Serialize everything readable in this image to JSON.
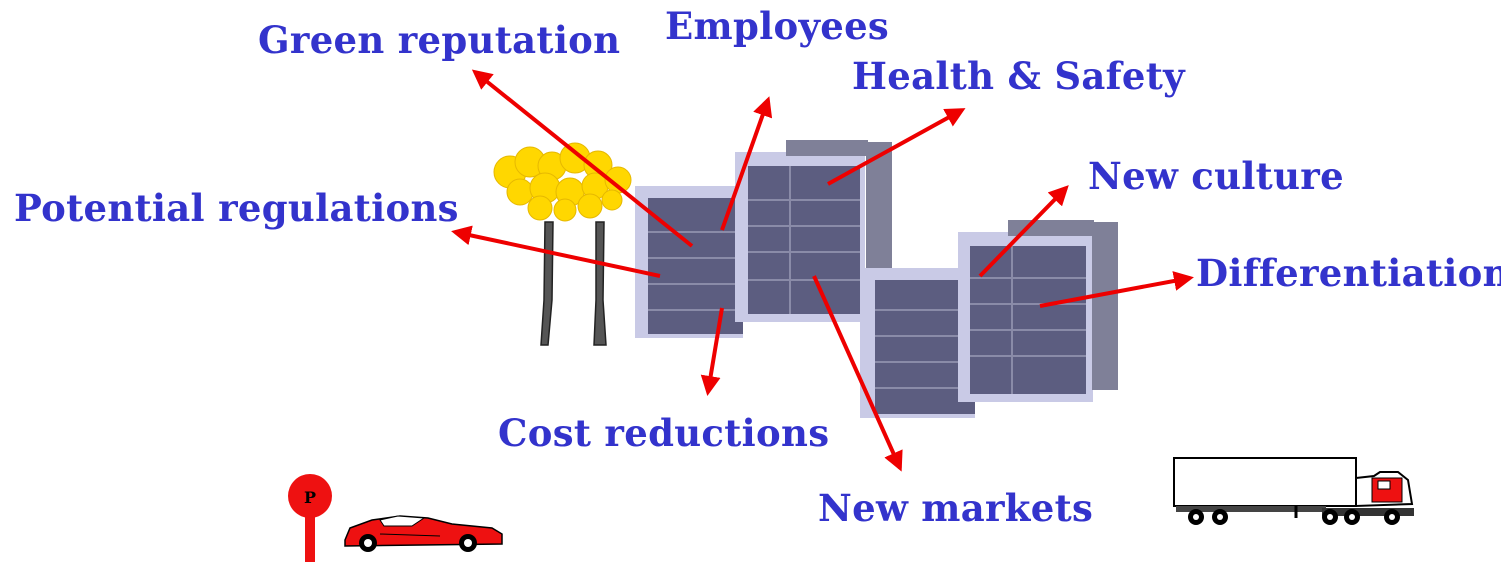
{
  "colors": {
    "label": "#3333cc",
    "arrow": "#ee0000",
    "smoke": "#ffd700",
    "building_dark": "#5c5d80",
    "building_mid": "#7f8098",
    "building_light": "#c9cae6",
    "chimney": "#555555",
    "car": "#ee1111",
    "parking_sign": "#ee1111"
  },
  "labels": {
    "green_reputation": "Green reputation",
    "employees": "Employees",
    "health_safety": "Health & Safety",
    "new_culture": "New culture",
    "potential_regulations": "Potential regulations",
    "differentiation": "Differentiation",
    "cost_reductions": "Cost reductions",
    "new_markets": "New markets"
  },
  "parking_sign_letter": "P",
  "icons": {
    "factory": "factory-buildings-icon",
    "smoke": "smoke-cloud-icon",
    "car": "red-sports-car-icon",
    "truck": "truck-trailer-icon",
    "parking": "parking-sign-icon"
  }
}
